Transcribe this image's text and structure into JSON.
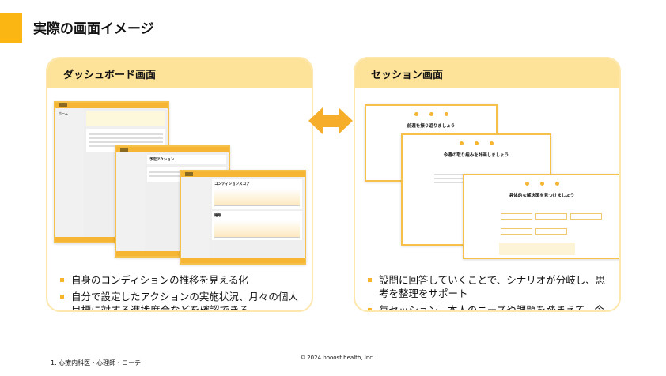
{
  "title": "実際の画面イメージ",
  "left": {
    "header": "ダッシュボード画面",
    "bullets": [
      "自身のコンディションの推移を見える化",
      "自分で設定したアクションの実施状況、月々の個人目標に対する進捗度合などを確認できる"
    ],
    "screens": {
      "home": "ホーム",
      "planned_actions": "予定アクション",
      "condition_score": "コンディションスコア",
      "sleep": "睡眠"
    }
  },
  "right": {
    "header": "セッション画面",
    "bullets": [
      "設問に回答していくことで、シナリオが分岐し、思考を整理をサポート",
      "毎セッション、本人のニーズや課題を踏まえて、今取れる具体アクションに導く"
    ],
    "screens": {
      "s1": "前週を振り返りましょう",
      "s2": "今週の取り組みを計画しましょう",
      "s3": "具体的な解決策を見つけましょう"
    }
  },
  "colors": {
    "accent": "#fbb614",
    "header_bg": "#fde29a"
  },
  "footer": {
    "note": "1. 心療内科医・心理師・コーチ",
    "copyright": "© 2024 booost health, Inc."
  }
}
